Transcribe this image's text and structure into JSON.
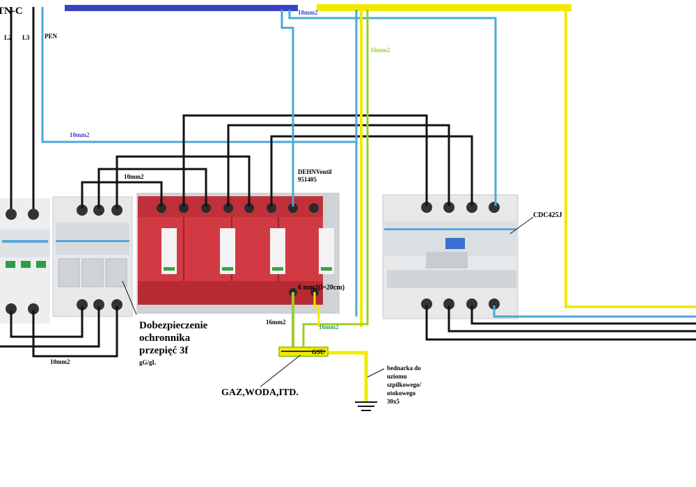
{
  "labels": {
    "system": "TN-C",
    "l2": "L2",
    "l3": "L3",
    "pen": "PEN",
    "top_10mm2": "10mm2",
    "pen_10mm2": "10mm2",
    "fuse_10mm2": "10mm2",
    "bottom_10mm2": "10mm2",
    "green_16mm2": "16mm2",
    "left_16mm2": "16mm2",
    "right_16mm2": "16mm2",
    "spd_ground": "6 mm2(l=20cm)",
    "dehn_name": "DEHNVentil",
    "dehn_code": "951405",
    "rcd_model": "CDC425J",
    "fuse_desc_1": "Dobezpieczenie",
    "fuse_desc_2": "ochronnika",
    "fuse_desc_3": "przepięć 3f",
    "fuse_type": "gG/gL",
    "gsu": "GSU",
    "utilities": "GAZ,WODA,ITD.",
    "strip_1": "bednarka do",
    "strip_2": "uziomu",
    "strip_3": "szpilkowego/",
    "strip_4": "otokowego",
    "strip_5": "30x5"
  },
  "colors": {
    "blue_bus": "#3a45c4",
    "yellow_bus": "#f2ea00",
    "pe_wire": "#4aa8d8",
    "green_wire": "#9ccc2a",
    "phase_wire": "#111111",
    "spd_red": "#c8323a",
    "device_gray": "#e6e8ea"
  }
}
